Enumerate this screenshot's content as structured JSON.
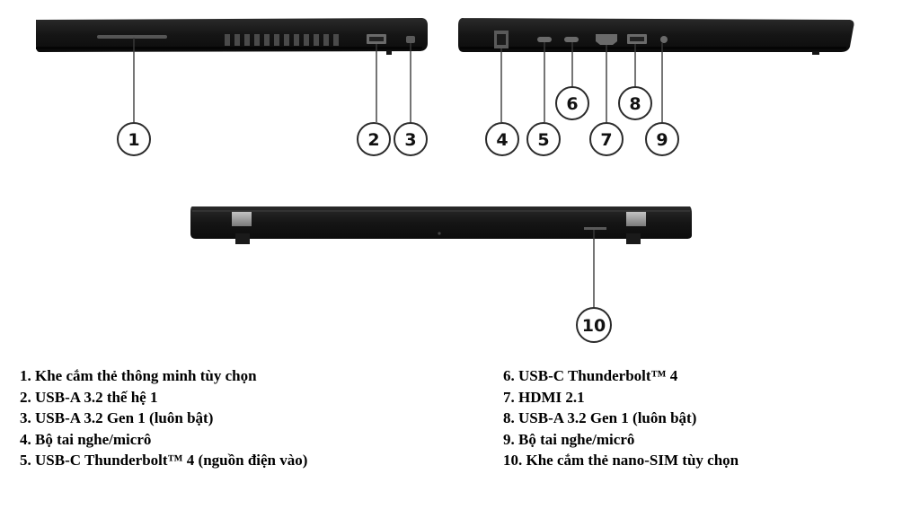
{
  "callouts": {
    "c1": "1",
    "c2": "2",
    "c3": "3",
    "c4": "4",
    "c5": "5",
    "c6": "6",
    "c7": "7",
    "c8": "8",
    "c9": "9",
    "c10": "10"
  },
  "legend_left": [
    "1. Khe cắm thẻ thông minh tùy chọn",
    "2. USB-A 3.2 thế hệ 1",
    "3. USB-A 3.2 Gen 1 (luôn bật)",
    "4. Bộ tai nghe/micrô",
    "5. USB-C Thunderbolt™ 4 (nguồn điện vào)"
  ],
  "legend_right": [
    "6. USB-C Thunderbolt™ 4",
    "7. HDMI 2.1",
    "8. USB-A 3.2 Gen 1 (luôn bật)",
    "9. Bộ tai nghe/micrô",
    "10. Khe cắm thẻ nano-SIM tùy chọn"
  ],
  "colors": {
    "chassis": "#1a1a1a",
    "hinge": "#9a9a9a",
    "outline": "#2b2b2b"
  }
}
